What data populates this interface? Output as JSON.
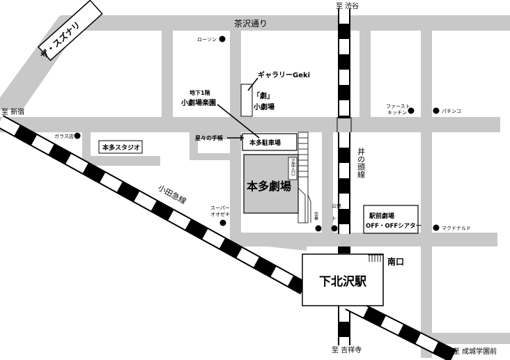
{
  "colors": {
    "road": "#c8c8c8",
    "ink": "#000000",
    "paper": "#ffffff"
  },
  "labels": {
    "dir_shibuya": "至 渋谷",
    "dir_shinjuku": "至 新宿",
    "dir_kichijoji": "至 吉祥寺",
    "dir_seijo": "至 成城学園前",
    "chazawa_dori": "茶沢通り",
    "the_suzunari": "ザ・スズナリ",
    "lawson": "ローソン",
    "gallery_geki": "ギャラリーGeki",
    "geki_line1": "「劇」",
    "geki_line2": "小劇場",
    "rakuen_line1": "地下1階",
    "rakuen_line2": "小劇場楽園",
    "hoshiboshi": "星々の手帳",
    "honda_parking": "本多駐車場",
    "honda_gekijo": "本多劇場",
    "entrance": "正面入口",
    "glass_shop": "ガラス店",
    "honda_studio": "本多スタジオ",
    "odakyu": "小田急線",
    "supermarket_line1": "スーパー",
    "supermarket_line2": "オオゼキ",
    "public_toilet_line1": "公衆",
    "public_toilet_line2": "トイレ",
    "police_box": "交番",
    "inokashira": "井の頭線",
    "first_kitchen_line1": "ファースト",
    "first_kitchen_line2": "キッチン",
    "pachinko": "パチンコ",
    "ekimae_line1": "駅前劇場",
    "ekimae_line2": "OFF・OFFシアター",
    "mcdonalds": "マクドナルド",
    "south_exit": "南口",
    "station": "下北沢駅"
  }
}
